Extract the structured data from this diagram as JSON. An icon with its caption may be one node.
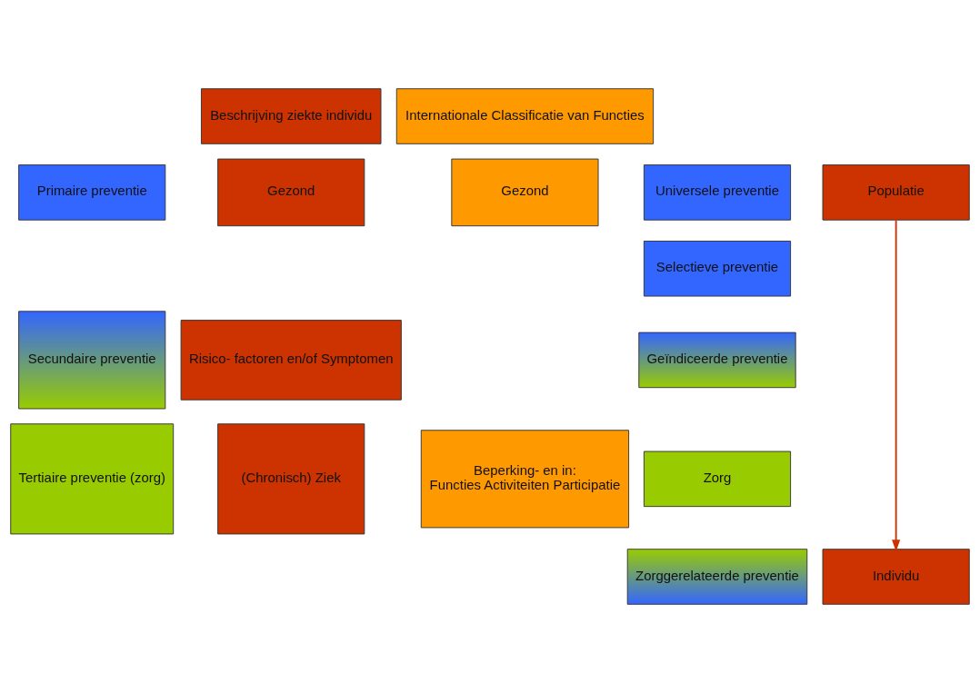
{
  "diagram": {
    "nodes": [
      {
        "text": [
          "Beschrijving ziekte individu"
        ]
      },
      {
        "text": [
          "Internationale Classificatie van Functies"
        ]
      },
      {
        "text": [
          "Primaire preventie"
        ]
      },
      {
        "text": [
          "Gezond"
        ]
      },
      {
        "text": [
          "Gezond"
        ]
      },
      {
        "text": [
          "Universele preventie"
        ]
      },
      {
        "text": [
          "Populatie"
        ]
      },
      {
        "text": [
          "Selectieve preventie"
        ]
      },
      {
        "text": [
          "Secundaire preventie"
        ]
      },
      {
        "text": [
          "Risico- factoren en/of Symptomen"
        ]
      },
      {
        "text": [
          "Geïndiceerde preventie"
        ]
      },
      {
        "text": [
          "Tertiaire preventie (zorg)"
        ]
      },
      {
        "text": [
          "(Chronisch) Ziek"
        ]
      },
      {
        "text": [
          "Beperking- en in:",
          "Functies Activiteiten Participatie"
        ]
      },
      {
        "text": [
          "Zorg"
        ]
      },
      {
        "text": [
          "Zorggerelateerde preventie"
        ]
      },
      {
        "text": [
          "Individu"
        ]
      }
    ],
    "edges": [
      {
        "from": 6,
        "to": 16,
        "arrow": "to"
      }
    ]
  }
}
